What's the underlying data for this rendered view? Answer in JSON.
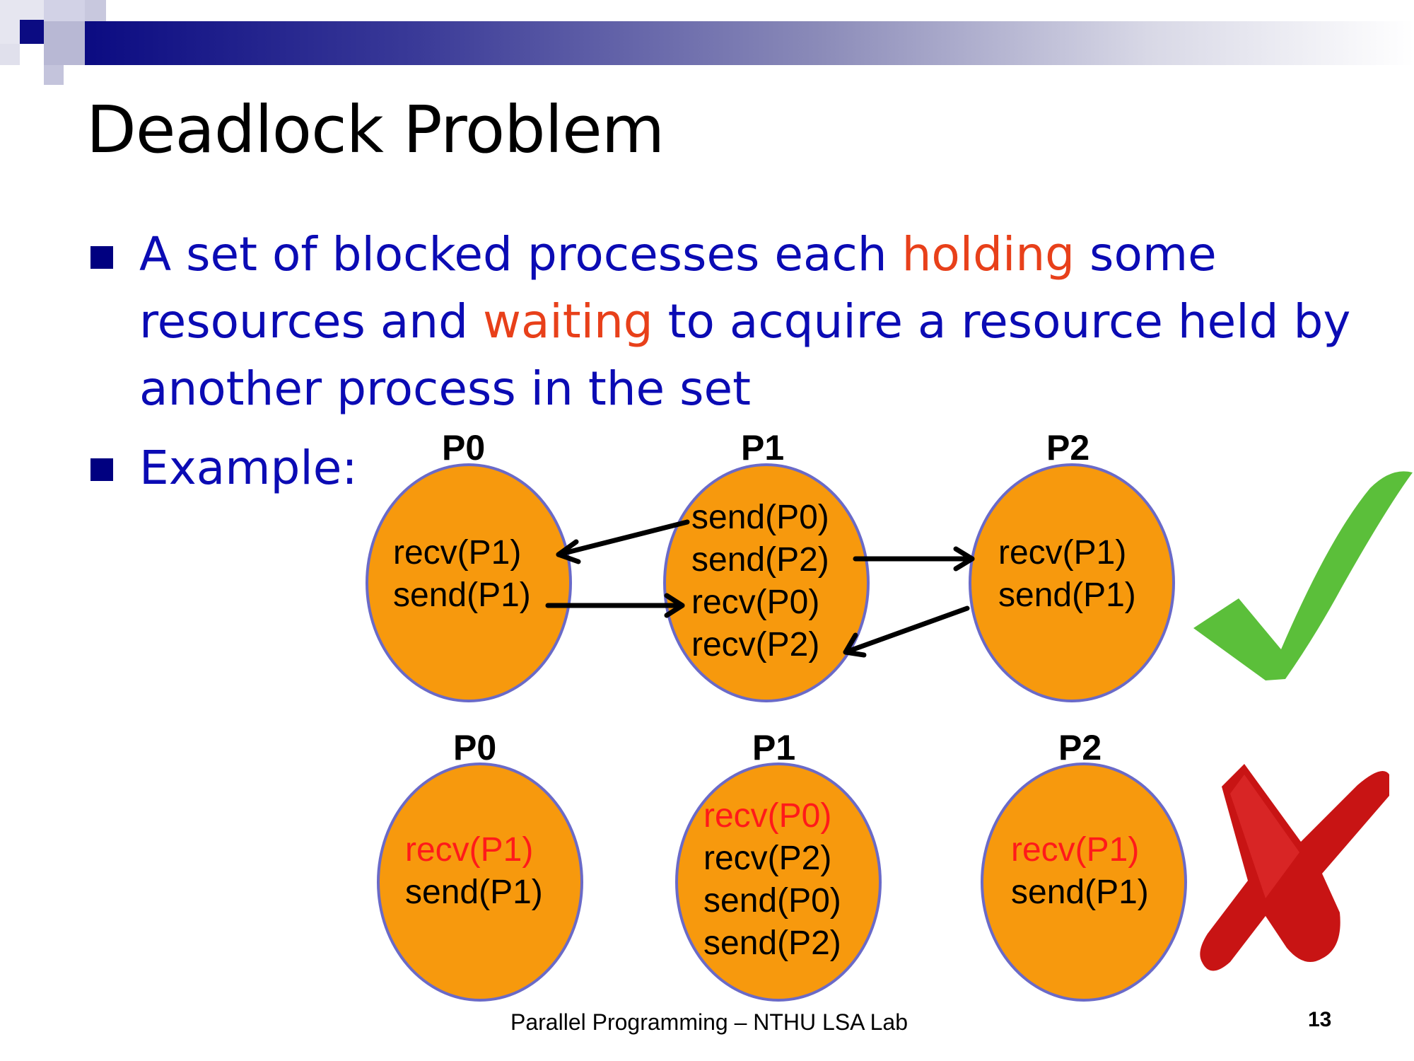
{
  "title": "Deadlock Problem",
  "bullets": {
    "b1": {
      "t1": "A set of blocked processes each ",
      "h1": "holding",
      "t2": " some",
      "t3": "resources and ",
      "h2": "waiting",
      "t4": " to acquire a resource held by",
      "t5": "another process in the set"
    },
    "b2": "Example:"
  },
  "colors": {
    "bullet_text": "#0b0bb4",
    "highlight": "#e8401a",
    "process_fill": "#f7990d",
    "process_border": "#6a6ac8",
    "blocked_call": "#ff1a1a",
    "check": "#5bbf3a",
    "cross": "#c81414"
  },
  "top_example": {
    "status_icon": "check-mark-icon",
    "p0": {
      "name": "P0",
      "lines": [
        "recv(P1)",
        "send(P1)"
      ]
    },
    "p1": {
      "name": "P1",
      "lines": [
        "send(P0)",
        "send(P2)",
        "recv(P0)",
        "recv(P2)"
      ]
    },
    "p2": {
      "name": "P2",
      "lines": [
        "recv(P1)",
        "send(P1)"
      ]
    }
  },
  "bottom_example": {
    "status_icon": "cross-mark-icon",
    "p0": {
      "name": "P0",
      "lines": [
        "recv(P1)",
        "send(P1)"
      ]
    },
    "p1": {
      "name": "P1",
      "lines": [
        "recv(P0)",
        "recv(P2)",
        "send(P0)",
        "send(P2)"
      ]
    },
    "p2": {
      "name": "P2",
      "lines": [
        "recv(P1)",
        "send(P1)"
      ]
    }
  },
  "footer": "Parallel Programming – NTHU LSA Lab",
  "page_number": "13"
}
